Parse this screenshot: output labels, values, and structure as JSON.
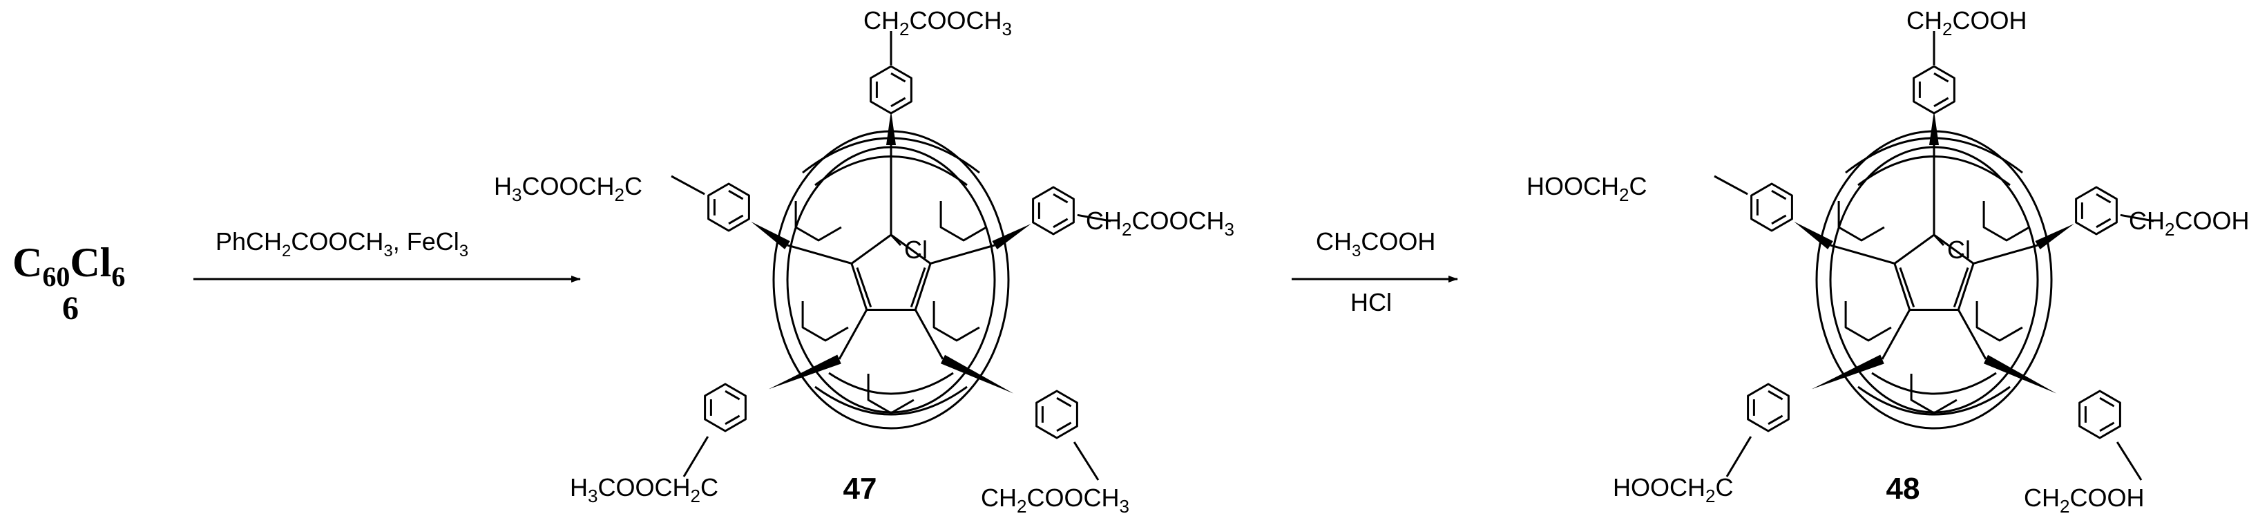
{
  "reactant": {
    "formula_c": "C",
    "formula_c_sub": "60",
    "formula_cl": "Cl",
    "formula_cl_sub": "6",
    "number": "6"
  },
  "arrow1": {
    "reagents_a": "PhCH",
    "reagents_a_sub": "2",
    "reagents_b": "COOCH",
    "reagents_b_sub": "3",
    "reagents_c": ", FeCl",
    "reagents_c_sub": "3"
  },
  "arrow2": {
    "reagent_top": "CH",
    "reagent_top_sub": "3",
    "reagent_top_b": "COOH",
    "reagent_bottom": "HCl"
  },
  "product1": {
    "number": "47",
    "chloro": "Cl",
    "top": [
      "CH",
      "2",
      "COOCH",
      "3"
    ],
    "left": [
      "H",
      "3",
      "COOCH",
      "2",
      "C"
    ],
    "right": [
      "CH",
      "2",
      "COOCH",
      "3"
    ],
    "bottom_left": [
      "H",
      "3",
      "COOCH",
      "2",
      "C"
    ],
    "bottom_right": [
      "CH",
      "2",
      "COOCH",
      "3"
    ]
  },
  "product2": {
    "number": "48",
    "chloro": "Cl",
    "top": [
      "CH",
      "2",
      "COOH"
    ],
    "left": [
      "HOOCH",
      "2",
      "C"
    ],
    "right": [
      "CH",
      "2",
      "COOH"
    ],
    "bottom_left": [
      "HOOCH",
      "2",
      "C"
    ],
    "bottom_right": [
      "CH",
      "2",
      "COOH"
    ]
  }
}
